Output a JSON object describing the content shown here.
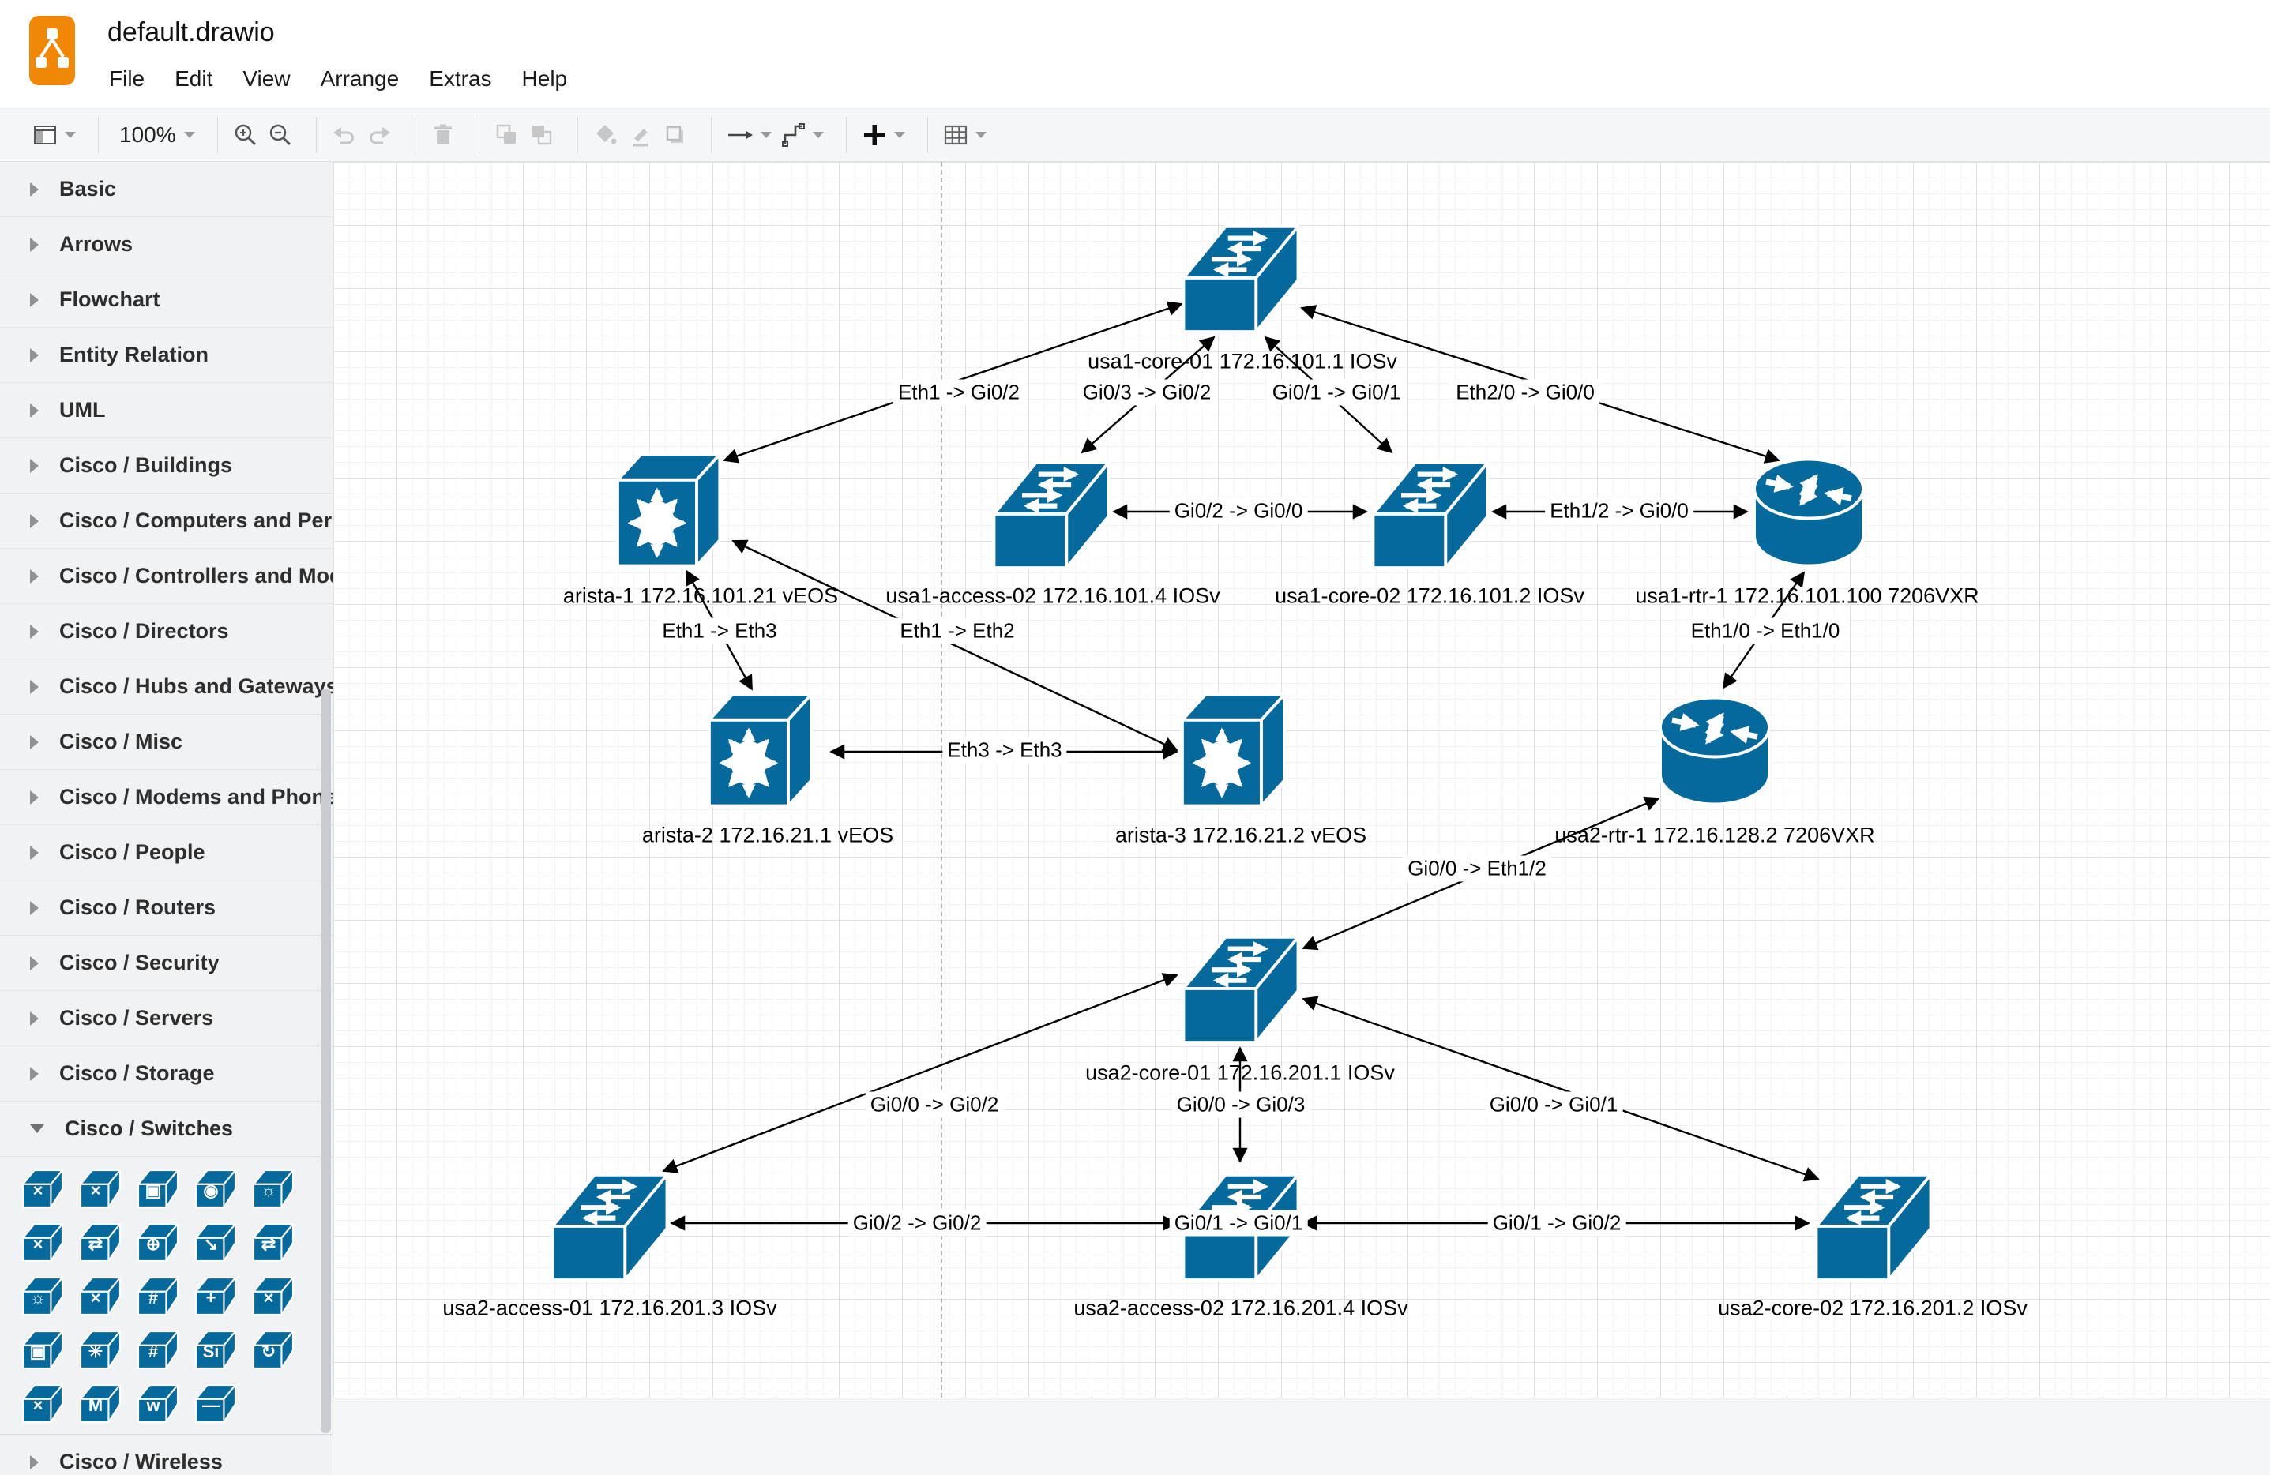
{
  "window": {
    "title": "default.drawio",
    "logo_color": "#F08705",
    "accent_color": "#06699c"
  },
  "menu": {
    "items": [
      "File",
      "Edit",
      "View",
      "Arrange",
      "Extras",
      "Help"
    ]
  },
  "toolbar": {
    "zoom_level": "100%",
    "buttons": [
      "view-panels",
      "zoom-level",
      "zoom-in",
      "zoom-out",
      "undo",
      "redo",
      "delete",
      "to-front",
      "to-back",
      "fill-color",
      "line-color",
      "shadow",
      "connection-style",
      "waypoint-style",
      "insert",
      "table"
    ]
  },
  "sidebar": {
    "sections": [
      "Basic",
      "Arrows",
      "Flowchart",
      "Entity Relation",
      "UML",
      "Cisco / Buildings",
      "Cisco / Computers and Perip...",
      "Cisco / Controllers and Mod...",
      "Cisco / Directors",
      "Cisco / Hubs and Gateways",
      "Cisco / Misc",
      "Cisco / Modems and Phones",
      "Cisco / People",
      "Cisco / Routers",
      "Cisco / Security",
      "Cisco / Servers",
      "Cisco / Storage",
      "Cisco / Switches"
    ],
    "expanded_section": "Cisco / Switches",
    "bottom_section": "Cisco / Wireless",
    "palette": {
      "icons": [
        {
          "name": "atm-switch-3d",
          "glyph": "×"
        },
        {
          "name": "atm-switch",
          "glyph": "×"
        },
        {
          "name": "workgroup-director",
          "glyph": "▣"
        },
        {
          "name": "atm-fabric",
          "glyph": "◉"
        },
        {
          "name": "multilayer-remote-switch",
          "glyph": "☼"
        },
        {
          "name": "layer2-remote-switch",
          "glyph": "×"
        },
        {
          "name": "small-hub",
          "glyph": "⇄"
        },
        {
          "name": "universal-gateway",
          "glyph": "⊕"
        },
        {
          "name": "programmable-switch",
          "glyph": "↘"
        },
        {
          "name": "isdn-switch",
          "glyph": "⇄"
        },
        {
          "name": "multilayer-switch",
          "glyph": "☼"
        },
        {
          "name": "atm-tag-switch-router",
          "glyph": "×"
        },
        {
          "name": "content-switch",
          "glyph": "#"
        },
        {
          "name": "switch-with-key",
          "glyph": "+"
        },
        {
          "name": "workgroup-switch",
          "glyph": "×"
        },
        {
          "name": "director-class-fibre-switch",
          "glyph": "▣"
        },
        {
          "name": "route-switch-processor",
          "glyph": "✳"
        },
        {
          "name": "server-switch",
          "glyph": "#"
        },
        {
          "name": "multilayer-switch-si",
          "glyph": "Si"
        },
        {
          "name": "virtual-switch-controller",
          "glyph": "↻"
        },
        {
          "name": "voice-atm-switch",
          "glyph": "×"
        },
        {
          "name": "mgx-switch",
          "glyph": "M"
        },
        {
          "name": "workgroup-5000-switch",
          "glyph": "w"
        },
        {
          "name": "simple-switch",
          "glyph": "—"
        }
      ]
    }
  },
  "canvas": {
    "nodes": [
      {
        "id": "usa1-core-01",
        "type": "l2-switch",
        "label": "usa1-core-01 172.16.101.1 IOSv"
      },
      {
        "id": "arista-1",
        "type": "l3-switch",
        "label": "arista-1 172.16.101.21 vEOS"
      },
      {
        "id": "usa1-access-02",
        "type": "l2-switch",
        "label": "usa1-access-02 172.16.101.4 IOSv"
      },
      {
        "id": "usa1-core-02",
        "type": "l2-switch",
        "label": "usa1-core-02 172.16.101.2 IOSv"
      },
      {
        "id": "usa1-rtr-1",
        "type": "router",
        "label": "usa1-rtr-1 172.16.101.100 7206VXR"
      },
      {
        "id": "arista-2",
        "type": "l3-switch",
        "label": "arista-2 172.16.21.1 vEOS"
      },
      {
        "id": "arista-3",
        "type": "l3-switch",
        "label": "arista-3 172.16.21.2 vEOS"
      },
      {
        "id": "usa2-rtr-1",
        "type": "router",
        "label": "usa2-rtr-1 172.16.128.2 7206VXR"
      },
      {
        "id": "usa2-core-01",
        "type": "l2-switch",
        "label": "usa2-core-01 172.16.201.1 IOSv"
      },
      {
        "id": "usa2-access-01",
        "type": "l2-switch",
        "label": "usa2-access-01 172.16.201.3 IOSv"
      },
      {
        "id": "usa2-access-02",
        "type": "l2-switch",
        "label": "usa2-access-02 172.16.201.4 IOSv"
      },
      {
        "id": "usa2-core-02",
        "type": "l2-switch",
        "label": "usa2-core-02 172.16.201.2 IOSv"
      }
    ],
    "edges": [
      {
        "from": "arista-1",
        "to": "usa1-core-01",
        "label": "Eth1 -> Gi0/2"
      },
      {
        "from": "usa1-core-01",
        "to": "usa1-access-02",
        "label": "Gi0/3 -> Gi0/2"
      },
      {
        "from": "usa1-core-01",
        "to": "usa1-core-02",
        "label": "Gi0/1 -> Gi0/1"
      },
      {
        "from": "usa1-core-01",
        "to": "usa1-rtr-1",
        "label": "Eth2/0 -> Gi0/0"
      },
      {
        "from": "usa1-access-02",
        "to": "usa1-core-02",
        "label": "Gi0/2 -> Gi0/0"
      },
      {
        "from": "usa1-core-02",
        "to": "usa1-rtr-1",
        "label": "Eth1/2 -> Gi0/0"
      },
      {
        "from": "arista-1",
        "to": "arista-2",
        "label": "Eth1 -> Eth3"
      },
      {
        "from": "arista-1",
        "to": "arista-3",
        "label": "Eth1 -> Eth2"
      },
      {
        "from": "usa1-rtr-1",
        "to": "usa2-rtr-1",
        "label": "Eth1/0 -> Eth1/0"
      },
      {
        "from": "arista-2",
        "to": "arista-3",
        "label": "Eth3 -> Eth3"
      },
      {
        "from": "usa2-core-01",
        "to": "usa2-rtr-1",
        "label": "Gi0/0 -> Eth1/2"
      },
      {
        "from": "usa2-core-01",
        "to": "usa2-access-01",
        "label": "Gi0/0 -> Gi0/2"
      },
      {
        "from": "usa2-core-01",
        "to": "usa2-access-02",
        "label": "Gi0/0 -> Gi0/3"
      },
      {
        "from": "usa2-core-01",
        "to": "usa2-core-02",
        "label": "Gi0/0 -> Gi0/1"
      },
      {
        "from": "usa2-access-01",
        "to": "usa2-access-02",
        "label": "Gi0/2 -> Gi0/2"
      },
      {
        "from": "usa2-access-01",
        "to": "usa2-core-02",
        "label": "Gi0/1 -> Gi0/1"
      },
      {
        "from": "usa2-access-02",
        "to": "usa2-core-02",
        "label": "Gi0/1 -> Gi0/2"
      }
    ]
  }
}
